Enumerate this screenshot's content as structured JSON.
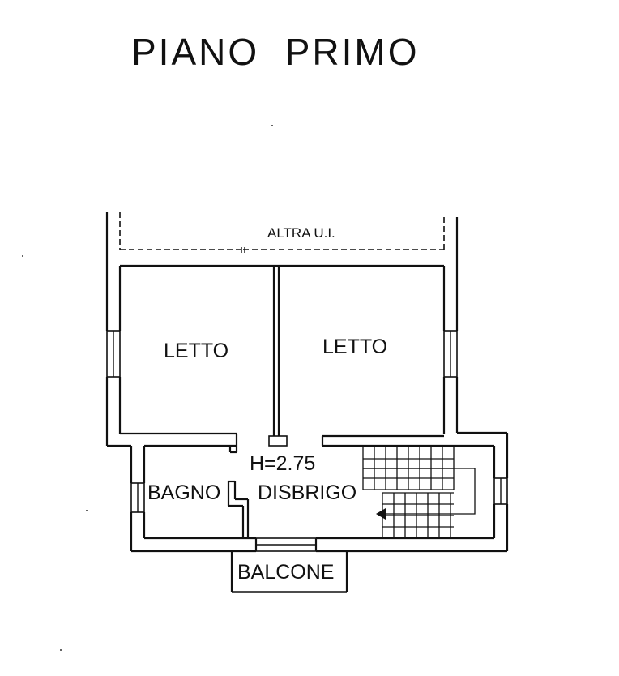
{
  "plan": {
    "title": "PIANO  PRIMO",
    "rooms": {
      "neighbor": "ALTRA U.I.",
      "bedroom_left": "LETTO",
      "bedroom_right": "LETTO",
      "bathroom": "BAGNO",
      "hallway": "DISBRIGO",
      "balcony": "BALCONE"
    },
    "height_label": "H=2.75"
  }
}
